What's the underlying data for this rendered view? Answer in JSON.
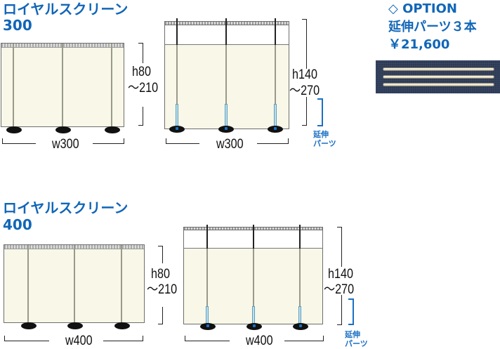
{
  "section300": {
    "title_line1": "ロイヤルスクリーン",
    "title_line2": "300",
    "low": {
      "height_label": "h80",
      "height_range": "～210",
      "width_label": "w300"
    },
    "high": {
      "height_label": "h140",
      "height_range": "～270",
      "width_label": "w300",
      "extension_label_line1": "延伸",
      "extension_label_line2": "パーツ"
    }
  },
  "section400": {
    "title_line1": "ロイヤルスクリーン",
    "title_line2": "400",
    "low": {
      "height_label": "h80",
      "height_range": "～210",
      "width_label": "w400"
    },
    "high": {
      "height_label": "h140",
      "height_range": "～270",
      "width_label": "w400",
      "extension_label_line1": "延伸",
      "extension_label_line2": "パーツ"
    }
  },
  "option": {
    "marker": "◇",
    "label": "OPTION",
    "item": "延伸パーツ３本",
    "price": "￥21,600"
  },
  "colors": {
    "title_blue": "#1166b8",
    "extension_blue": "#1a6fc4",
    "screen_fill": "#f8f7e8"
  }
}
